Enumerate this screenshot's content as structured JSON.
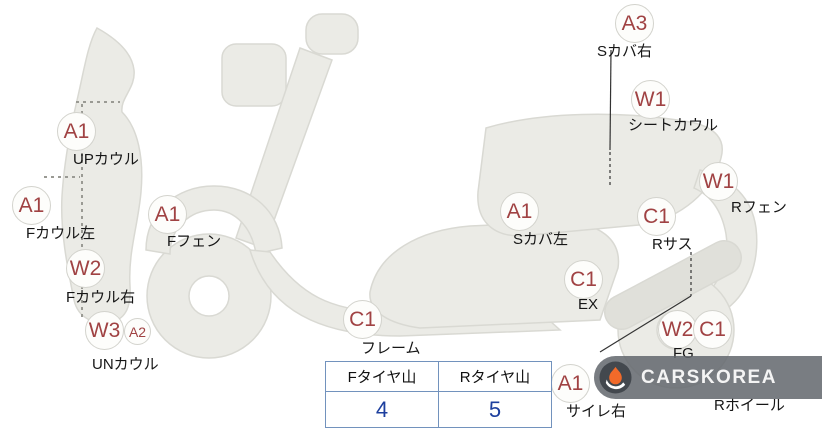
{
  "diagram": {
    "markers": [
      {
        "code": "A1",
        "label": "UPカウル"
      },
      {
        "code": "A1",
        "label": "Fカウル左"
      },
      {
        "code": "A1",
        "label": "Fフェン"
      },
      {
        "code": "W2",
        "label": "Fカウル右"
      },
      {
        "code": "W3",
        "secondary": "A2",
        "label": "UNカウル"
      },
      {
        "code": "C1",
        "label": "フレーム"
      },
      {
        "code": "A1",
        "label": "Sカバ左"
      },
      {
        "code": "A3",
        "label": "Sカバ右"
      },
      {
        "code": "W1",
        "label": "シートカウル"
      },
      {
        "code": "W1",
        "label": "Rフェン"
      },
      {
        "code": "C1",
        "label": "Rサス"
      },
      {
        "code": "C1",
        "label": "EX"
      },
      {
        "code": "W2",
        "label": "FG"
      },
      {
        "code": "C1",
        "label": "Rホイール"
      },
      {
        "code": "A1",
        "label": "サイレ右"
      }
    ]
  },
  "tire_table": {
    "headers": [
      "Fタイヤ山",
      "Rタイヤ山"
    ],
    "values": [
      "4",
      "5"
    ]
  },
  "watermark": {
    "brand": "CARSKOREA"
  },
  "colors": {
    "code_text": "#a04243",
    "tire_value": "#1d3f9e",
    "table_border": "#7292bd",
    "body_fill": "#ebebe6",
    "body_stroke": "#d9d9d3"
  }
}
